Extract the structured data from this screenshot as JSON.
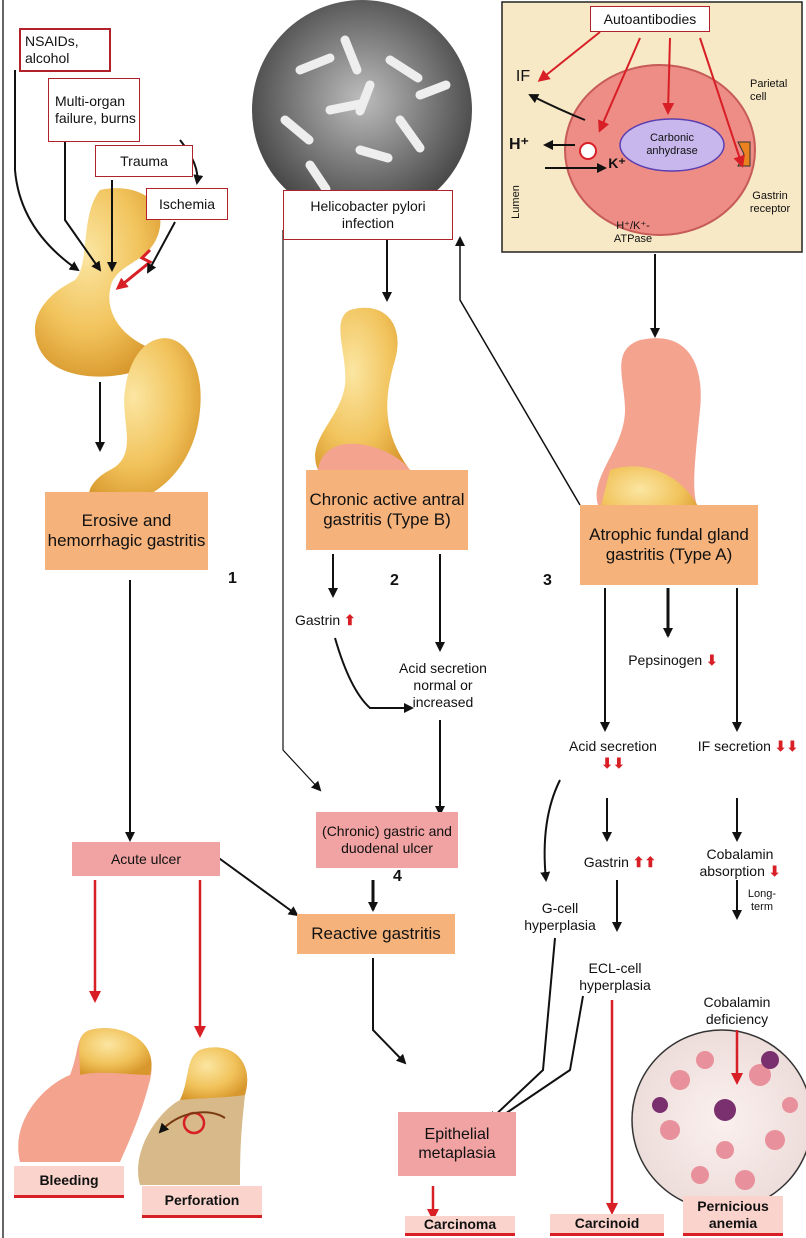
{
  "causes": {
    "nsaids": "NSAIDs, alcohol",
    "multi_organ": "Multi-organ failure, burns",
    "trauma": "Trauma",
    "ischemia": "Ischemia"
  },
  "hpylori": "Helicobacter pylori infection",
  "parietal": {
    "autoantibodies": "Autoantibodies",
    "if": "IF",
    "h": "H⁺",
    "k": "K⁺",
    "parietal_cell": "Parietal cell",
    "carbonic_anhydrase": "Carbonic anhydrase",
    "gastrin_receptor": "Gastrin receptor",
    "atpase": "H⁺/K⁺-ATPase",
    "lumen": "Lumen"
  },
  "gastritis": {
    "erosive": "Erosive and hemorrhagic gastritis",
    "chronic_active": "Chronic active antral gastritis (Type B)",
    "atrophic": "Atrophic fundal gland gastritis (Type A)",
    "reactive": "Reactive gastritis"
  },
  "numbers": {
    "n1": "1",
    "n2": "2",
    "n3": "3",
    "n4": "4"
  },
  "mid": {
    "gastrin_up": "Gastrin",
    "acid_normal": "Acid secretion normal or increased",
    "chronic_ulcer": "(Chronic) gastric and duodenal ulcer",
    "acute_ulcer": "Acute ulcer"
  },
  "typeA": {
    "pepsinogen": "Pepsinogen",
    "acid_secretion": "Acid secretion",
    "if_secretion": "IF secretion",
    "gastrin": "Gastrin",
    "cobalamin_absorption": "Cobalamin absorption",
    "long_term": "Long-term",
    "gcell": "G-cell hyperplasia",
    "eclcell": "ECL-cell hyperplasia",
    "cobalamin_deficiency": "Cobalamin deficiency"
  },
  "outcomes": {
    "bleeding": "Bleeding",
    "perforation": "Perforation",
    "metaplasia": "Epithelial metaplasia",
    "carcinoma": "Carcinoma",
    "carcinoid": "Carcinoid",
    "pernicious": "Pernicious anemia"
  },
  "colors": {
    "orange": "#f5b27b",
    "pink": "#f1a2a2",
    "red": "#d81f26",
    "outcome": "#f9d3cc"
  }
}
